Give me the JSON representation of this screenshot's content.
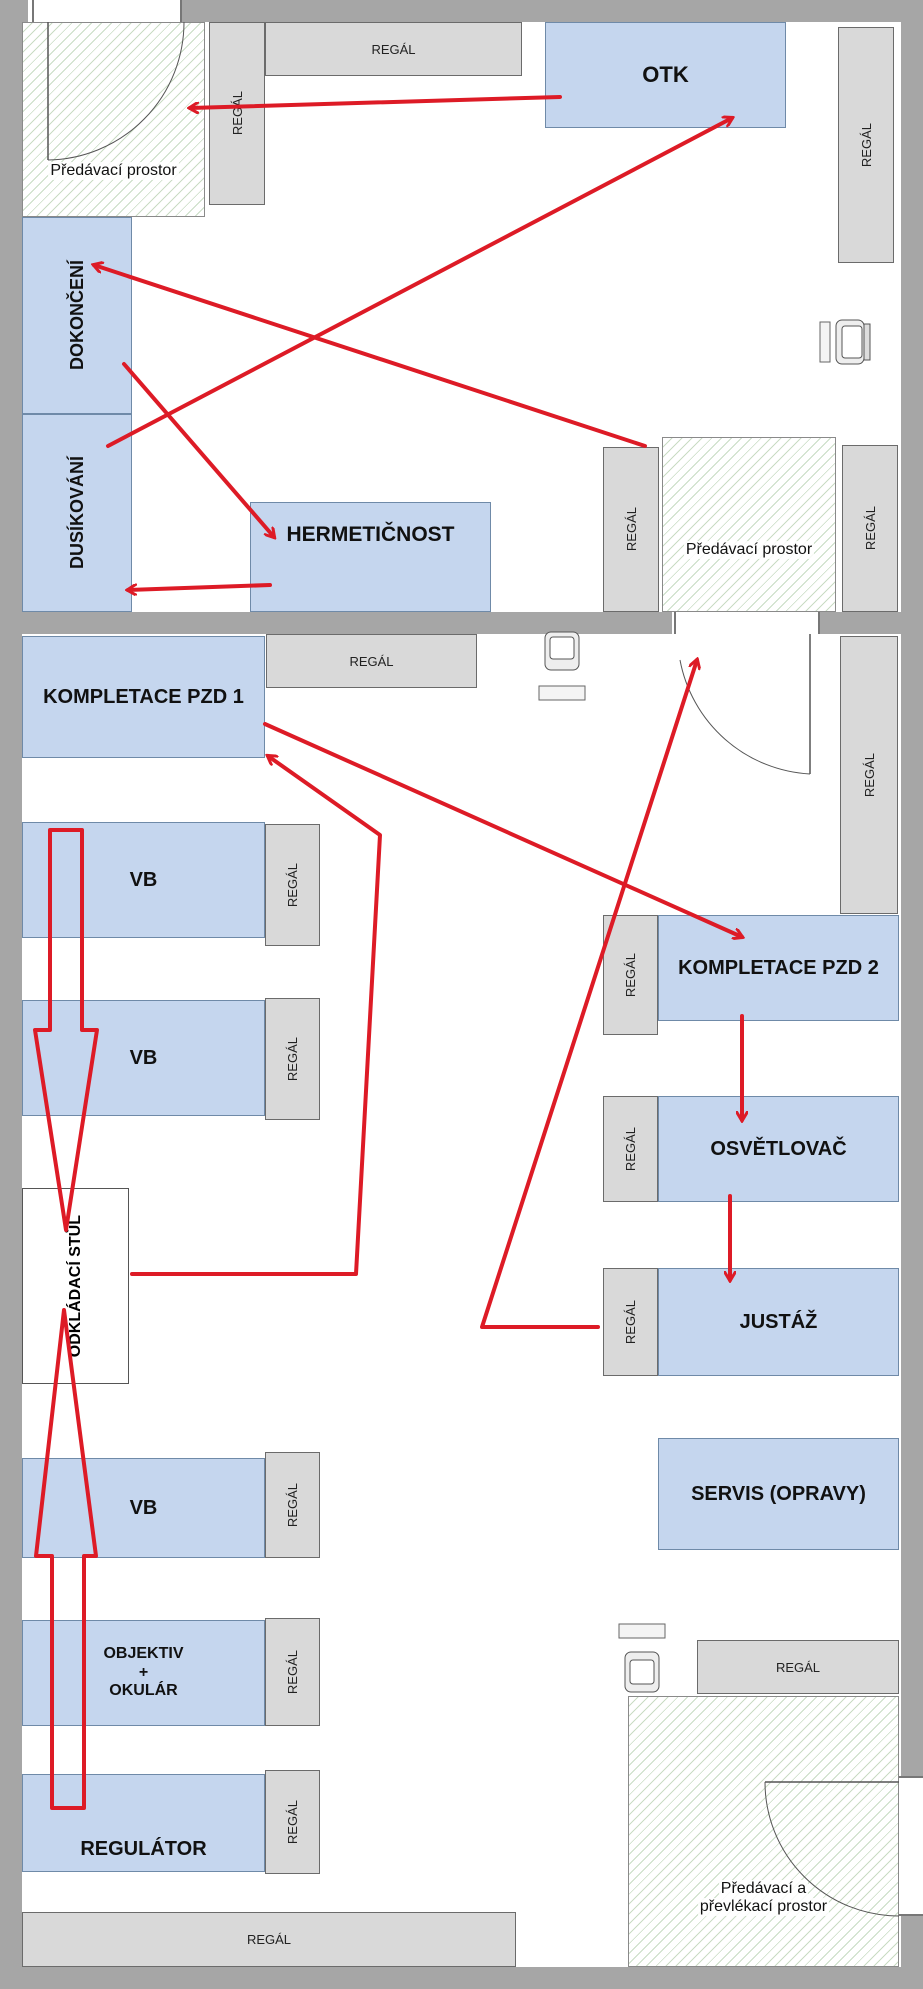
{
  "rooms": {
    "upper": {
      "shelves": [
        "REGÁL",
        "REGÁL",
        "REGÁL",
        "REGÁL",
        "REGÁL"
      ],
      "stations": {
        "otk": "OTK",
        "dokonceni": "DOKONČENÍ",
        "dusikovani": "DUSÍKOVÁNÍ",
        "hermeticnost": "HERMETIČNOST"
      },
      "handover_left": "Předávací prostor",
      "handover_right": "Předávací prostor"
    },
    "lower": {
      "shelves": [
        "REGÁL",
        "REGÁL",
        "REGÁL",
        "REGÁL",
        "REGÁL",
        "REGÁL",
        "REGÁL",
        "REGÁL",
        "REGÁL",
        "REGÁL",
        "REGÁL",
        "REGÁL"
      ],
      "stations": {
        "kompletace_1": "KOMPLETACE PZD 1",
        "vb_1": "VB",
        "vb_2": "VB",
        "vb_3": "VB",
        "objektiv_line1": "OBJEKTIV",
        "objektiv_line2": "+",
        "objektiv_line3": "OKULÁR",
        "regulator": "REGULÁTOR",
        "kompletace_2": "KOMPLETACE PZD 2",
        "osvetlovac": "OSVĚTLOVAČ",
        "justaz": "JUSTÁŽ",
        "servis": "SERVIS (OPRAVY)"
      },
      "odkladaci_stul": "ODKLÁDACÍ STŮL",
      "handover_line1": "Předávací a",
      "handover_line2": "převlékací prostor"
    }
  },
  "colors": {
    "station_fill": "#c5d6ee",
    "shelf_fill": "#d9d9d9",
    "wall": "#a6a6a6",
    "flow_arrow": "#dd1b26"
  }
}
